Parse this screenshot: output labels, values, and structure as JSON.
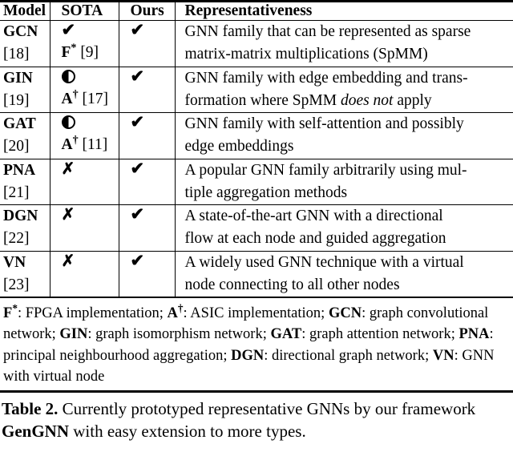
{
  "table": {
    "columns": [
      "Model",
      "SOTA",
      "Ours",
      "Representativeness"
    ],
    "rows": [
      {
        "model": "GCN",
        "ref": "[18]",
        "sota_symbol": "check",
        "sota_note": "F",
        "sota_note_sup": "*",
        "sota_note_ref": "[9]",
        "ours_symbol": "check",
        "rep_line1": "GNN family that can be represented as sparse",
        "rep_line2": "matrix-matrix multiplications (SpMM)",
        "rep_line2_italic": "",
        "rep_line2_tail": ""
      },
      {
        "model": "GIN",
        "ref": "[19]",
        "sota_symbol": "half",
        "sota_note": "A",
        "sota_note_sup": "†",
        "sota_note_ref": "[17]",
        "ours_symbol": "check",
        "rep_line1": "GNN family with edge embedding and trans-",
        "rep_line2": "formation where SpMM ",
        "rep_line2_italic": "does not",
        "rep_line2_tail": " apply"
      },
      {
        "model": "GAT",
        "ref": "[20]",
        "sota_symbol": "half",
        "sota_note": "A",
        "sota_note_sup": "†",
        "sota_note_ref": "[11]",
        "ours_symbol": "check",
        "rep_line1": "GNN family with self-attention and possibly",
        "rep_line2": "edge embeddings",
        "rep_line2_italic": "",
        "rep_line2_tail": ""
      },
      {
        "model": "PNA",
        "ref": "[21]",
        "sota_symbol": "cross",
        "sota_note": "",
        "sota_note_sup": "",
        "sota_note_ref": "",
        "ours_symbol": "check",
        "rep_line1": "A popular GNN family arbitrarily using mul-",
        "rep_line2": "tiple aggregation methods",
        "rep_line2_italic": "",
        "rep_line2_tail": ""
      },
      {
        "model": "DGN",
        "ref": "[22]",
        "sota_symbol": "cross",
        "sota_note": "",
        "sota_note_sup": "",
        "sota_note_ref": "",
        "ours_symbol": "check",
        "rep_line1": "A state-of-the-art GNN with a directional",
        "rep_line2": "flow at each node and guided aggregation",
        "rep_line2_italic": "",
        "rep_line2_tail": ""
      },
      {
        "model": "VN",
        "ref": "[23]",
        "sota_symbol": "cross",
        "sota_note": "",
        "sota_note_sup": "",
        "sota_note_ref": "",
        "ours_symbol": "check",
        "rep_line1": "A widely used GNN technique with a virtual",
        "rep_line2": "node connecting to all other nodes",
        "rep_line2_italic": "",
        "rep_line2_tail": ""
      }
    ]
  },
  "footnote": {
    "f_abbr": "F",
    "f_sup": "*",
    "f_text": ": FPGA implementation; ",
    "a_abbr": "A",
    "a_sup": "†",
    "a_text": ": ASIC implementation; ",
    "gcn_abbr": "GCN",
    "gcn_text": ": graph convolutional network; ",
    "gin_abbr": "GIN",
    "gin_text": ": graph isomorphism network; ",
    "gat_abbr": "GAT",
    "gat_text": ": graph attention network; ",
    "pna_abbr": "PNA",
    "pna_text": ": principal neighbourhood aggregation; ",
    "dgn_abbr": "DGN",
    "dgn_text": ": directional graph network; ",
    "vn_abbr": "VN",
    "vn_text": ": GNN with virtual node"
  },
  "caption": {
    "label": "Table 2.",
    "text_part1": " Currently prototyped representative GNNs by our framework ",
    "bold_name": "GenGNN",
    "text_part2": " with easy extension to more types."
  },
  "symbols": {
    "check": "✔",
    "cross": "✗",
    "half": "half-filled-circle"
  }
}
